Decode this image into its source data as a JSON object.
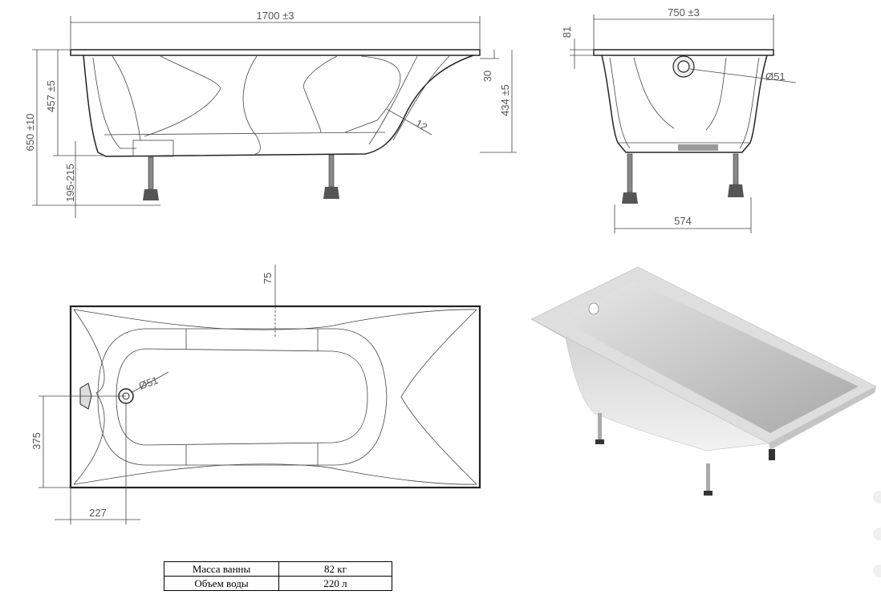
{
  "dimensions": {
    "side_length": "1700 ±3",
    "side_height_total": "650 ±10",
    "side_depth": "457 ±5",
    "side_rim": "30",
    "side_inner_depth": "434 ±5",
    "side_legs": "195-215",
    "side_wall": "12",
    "front_width": "750 ±3",
    "front_rim": "81",
    "front_drain": "Ø51",
    "front_legs": "574",
    "top_rim": "75",
    "top_drain": "Ø51",
    "top_drain_y": "375",
    "top_drain_x": "227"
  },
  "specs": [
    {
      "label": "Масса ванны",
      "value": "82 кг"
    },
    {
      "label": "Объем воды",
      "value": "220 л"
    }
  ],
  "colors": {
    "line": "#222222",
    "render_light": "#e6e6e6",
    "render_dark": "#9a9a9a"
  }
}
